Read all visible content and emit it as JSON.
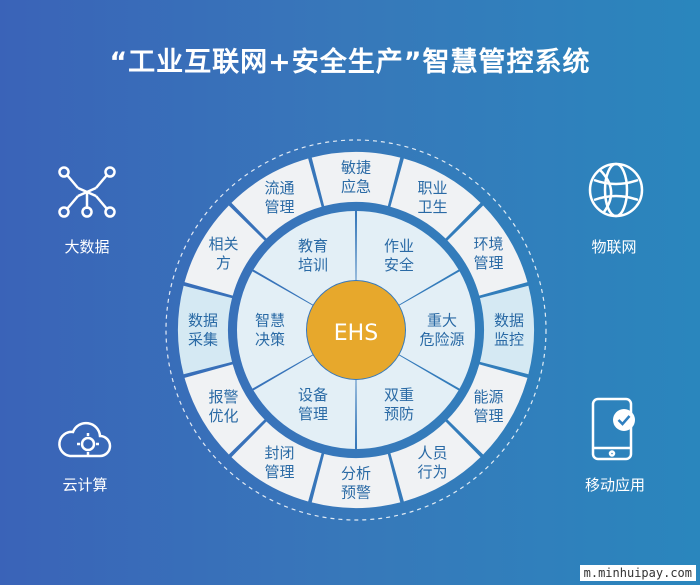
{
  "title": "“工业互联网+安全生产”智慧管控系统",
  "center": "EHS",
  "inner": [
    [
      "教育",
      "培训"
    ],
    [
      "作业",
      "安全"
    ],
    [
      "重大",
      "危险源"
    ],
    [
      "双重",
      "预防"
    ],
    [
      "设备",
      "管理"
    ],
    [
      "智慧",
      "决策"
    ]
  ],
  "outer": [
    [
      "敏捷",
      "应急"
    ],
    [
      "职业",
      "卫生"
    ],
    [
      "环境",
      "管理"
    ],
    [
      "数据",
      "监控"
    ],
    [
      "能源",
      "管理"
    ],
    [
      "人员",
      "行为"
    ],
    [
      "分析",
      "预警"
    ],
    [
      "封闭",
      "管理"
    ],
    [
      "报警",
      "优化"
    ],
    [
      "数据",
      "采集"
    ],
    [
      "相关",
      "方"
    ],
    [
      "流通",
      "管理"
    ]
  ],
  "side": {
    "big_data": "大数据",
    "iot": "物联网",
    "cloud": "云计算",
    "mobile": "移动应用"
  },
  "watermark": "m.minhuipay.com",
  "colors": {
    "center_fill": "#e7a82c",
    "inner_fill": "#e3eff6",
    "outer_fill": "#f0f2f4",
    "highlight_fill": "#d5e9f3",
    "text": "#2a6aa5"
  }
}
